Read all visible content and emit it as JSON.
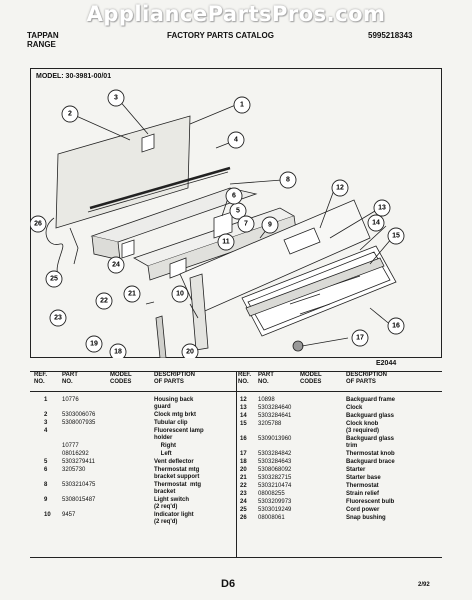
{
  "header": {
    "watermark": "AppliancePartsPros.com",
    "brand_line1": "TAPPAN",
    "brand_line2": "RANGE",
    "catalog": "FACTORY PARTS CATALOG",
    "catalog_no": "5995218343",
    "model": "MODEL:  30-3981-00/01"
  },
  "figure_code": "E2044",
  "callouts": [
    "1",
    "2",
    "3",
    "4",
    "5",
    "6",
    "7",
    "8",
    "9",
    "10",
    "11",
    "12",
    "13",
    "14",
    "15",
    "16",
    "17",
    "18",
    "19",
    "20",
    "21",
    "22",
    "23",
    "24",
    "25",
    "26"
  ],
  "columns": {
    "ref": "REF.\nNO.",
    "part": "PART\nNO.",
    "model": "MODEL\nCODES",
    "desc": "DESCRIPTION\nOF PARTS"
  },
  "left_rows": [
    {
      "ref": "1",
      "part": "10776",
      "desc": [
        "Housing back",
        "guard"
      ]
    },
    {
      "ref": "2",
      "part": "5303006076",
      "desc": [
        "Clock mtg brkt"
      ]
    },
    {
      "ref": "3",
      "part": "5308007935",
      "desc": [
        "Tubular clip"
      ]
    },
    {
      "ref": "4",
      "part": "",
      "desc": [
        "Fluorescent lamp",
        "holder"
      ]
    },
    {
      "ref": "",
      "part": "10777",
      "desc": [
        "    Right"
      ]
    },
    {
      "ref": "",
      "part": "08016292",
      "desc": [
        "    Left"
      ]
    },
    {
      "ref": "5",
      "part": "5303279411",
      "desc": [
        "Vent deflector"
      ]
    },
    {
      "ref": "6",
      "part": "3205730",
      "desc": [
        "Thermostat mtg",
        "bracket support"
      ]
    },
    {
      "ref": "8",
      "part": "5303210475",
      "desc": [
        "Thermostat  mtg",
        "bracket"
      ]
    },
    {
      "ref": "9",
      "part": "5308015487",
      "desc": [
        "Light switch",
        "(2 req'd)"
      ]
    },
    {
      "ref": "10",
      "part": "9457",
      "desc": [
        "Indicator light",
        "(2 req'd)"
      ]
    }
  ],
  "right_rows": [
    {
      "ref": "12",
      "part": "10898",
      "desc": [
        "Backguard frame"
      ]
    },
    {
      "ref": "13",
      "part": "5303284640",
      "desc": [
        "Clock"
      ]
    },
    {
      "ref": "14",
      "part": "5303284641",
      "desc": [
        "Backguard glass"
      ]
    },
    {
      "ref": "15",
      "part": "3205788",
      "desc": [
        "Clock knob",
        "(3 required)"
      ]
    },
    {
      "ref": "16",
      "part": "5309013960",
      "desc": [
        "Backguard glass",
        "trim"
      ]
    },
    {
      "ref": "17",
      "part": "5303284842",
      "desc": [
        "Thermostat knob"
      ]
    },
    {
      "ref": "18",
      "part": "5303284643",
      "desc": [
        "Backguard brace"
      ]
    },
    {
      "ref": "20",
      "part": "5308068092",
      "desc": [
        "Starter"
      ]
    },
    {
      "ref": "21",
      "part": "5303282715",
      "desc": [
        "Starter base"
      ]
    },
    {
      "ref": "22",
      "part": "5303210474",
      "desc": [
        "Thermostat"
      ]
    },
    {
      "ref": "23",
      "part": "08008255",
      "desc": [
        "Strain relief"
      ]
    },
    {
      "ref": "24",
      "part": "5303209973",
      "desc": [
        "Fluorescent bulb"
      ]
    },
    {
      "ref": "25",
      "part": "5303019249",
      "desc": [
        "Cord power"
      ]
    },
    {
      "ref": "26",
      "part": "08008061",
      "desc": [
        "Snap bushing"
      ]
    }
  ],
  "footer": {
    "page": "D6",
    "date": "2/92"
  }
}
